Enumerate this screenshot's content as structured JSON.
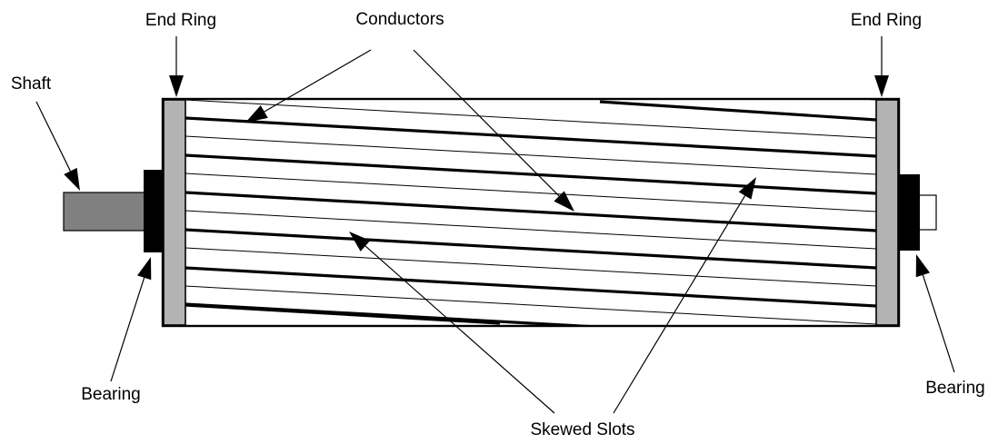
{
  "labels": {
    "end_ring_left": "End Ring",
    "end_ring_right": "End Ring",
    "conductors": "Conductors",
    "shaft": "Shaft",
    "bearing_left": "Bearing",
    "bearing_right": "Bearing",
    "skewed_slots": "Skewed Slots"
  },
  "colors": {
    "end_ring": "#b3b3b3",
    "shaft": "#808080",
    "bearing": "#000000",
    "outline": "#000000",
    "background": "#ffffff"
  }
}
